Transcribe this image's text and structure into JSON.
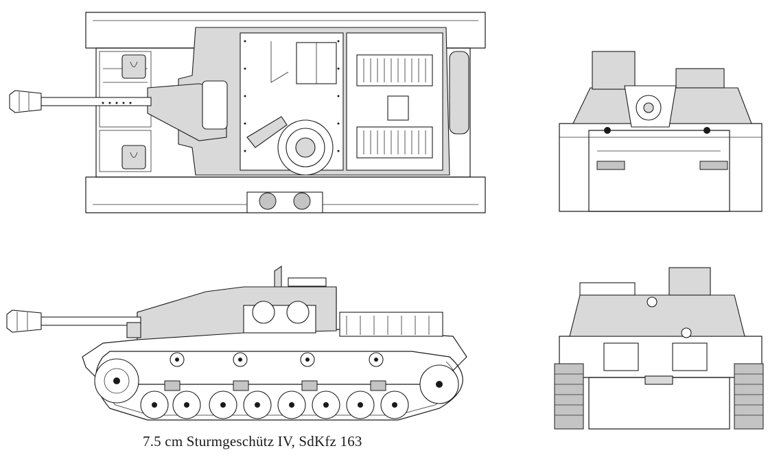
{
  "caption": "7.5 cm Sturmgeschütz IV, SdKfz 163",
  "views": [
    {
      "id": "top-view"
    },
    {
      "id": "front-view"
    },
    {
      "id": "side-view"
    },
    {
      "id": "rear-view"
    }
  ],
  "colors": {
    "line": "#1a1a1a",
    "shade": "#d9d9d9",
    "background": "#ffffff"
  }
}
